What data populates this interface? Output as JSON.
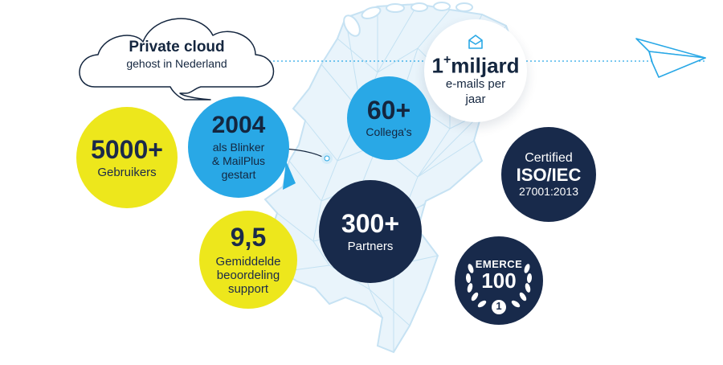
{
  "cloud": {
    "title": "Private cloud",
    "subtitle": "gehost in Nederland"
  },
  "emails": {
    "value": "1",
    "plus": "+",
    "unit": "miljard",
    "label_line1": "e-mails per",
    "label_line2": "jaar",
    "icon": "envelope-icon"
  },
  "colleagues": {
    "value": "60+",
    "label": "Collega's"
  },
  "founded": {
    "value": "2004",
    "line1": "als Blinker",
    "line2": "& MailPlus",
    "line3": "gestart"
  },
  "users": {
    "value": "5000+",
    "label": "Gebruikers"
  },
  "certified": {
    "line1": "Certified",
    "line2": "ISO/IEC",
    "line3": "27001:2013"
  },
  "rating": {
    "value": "9,5",
    "line1": "Gemiddelde",
    "line2": "beoordeling",
    "line3": "support"
  },
  "partners": {
    "value": "300+",
    "label": "Partners"
  },
  "emerce": {
    "line1": "EMERCE",
    "line2": "100",
    "rank": "1",
    "icon": "laurel-wreath-icon"
  },
  "colors": {
    "yellow": "#ede71c",
    "blue": "#29a8e6",
    "navy": "#182a4b",
    "map_fill": "#e9f4fb",
    "map_line": "#b8dcf0"
  },
  "decor_icons": [
    "cloud-icon",
    "paper-plane-icon",
    "netherlands-map"
  ]
}
